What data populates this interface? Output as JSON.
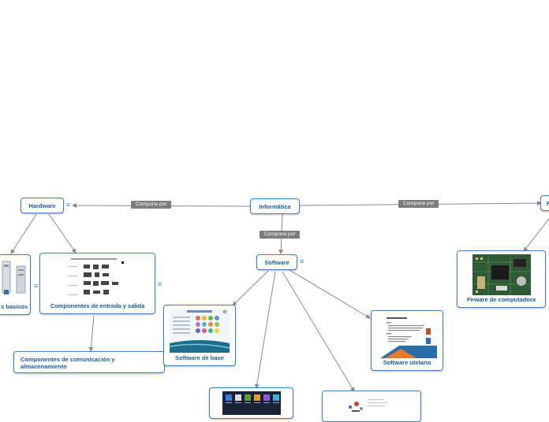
{
  "nodes": {
    "root": "Informática",
    "hardware": "Hardware",
    "software": "Software",
    "firmware_right": "F",
    "basicos": "s basicos",
    "entrada_salida": "Componentes de entrada y salida",
    "comunicacion": "Componentes de comunicación y almacenamiento",
    "software_base": "Software de base",
    "software_utilitario": "Software utelario",
    "firmware": "Firware de computadora"
  },
  "links": {
    "compone_por_left": "Compone por",
    "compone_por_right": "Compone por",
    "compone_por_down": "Compone por"
  },
  "menu_glyph": "≡",
  "colors": {
    "border": "#3b7fc4",
    "text": "#1e5a96",
    "line": "#8a8a8a",
    "tag_bg": "#7d7d7d"
  }
}
